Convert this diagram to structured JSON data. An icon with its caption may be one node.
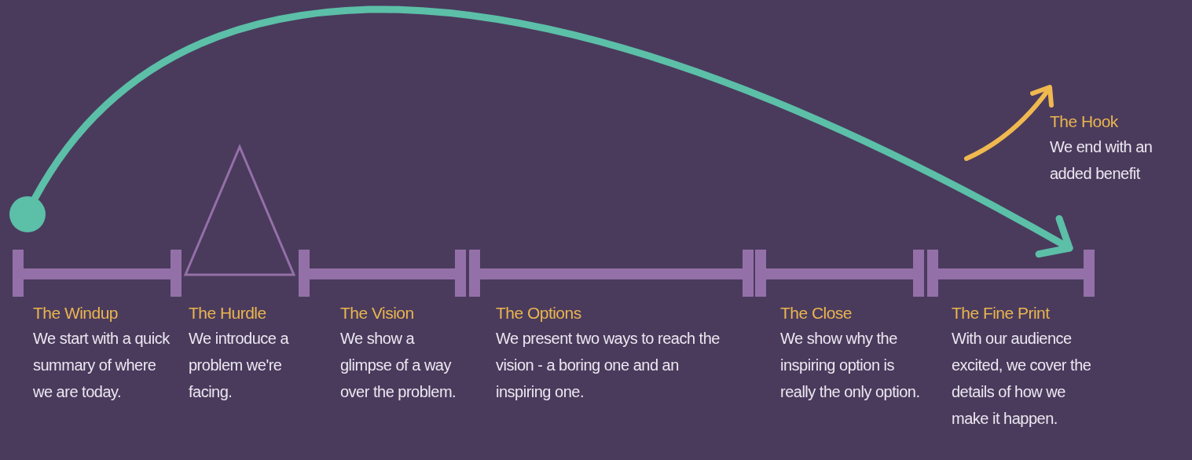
{
  "diagram": {
    "nodes": [
      {
        "text": [],
        "shape": "circle"
      },
      {
        "text": [
          "The Windup",
          "We start with a quick summary of where we are today."
        ]
      },
      {
        "text": [
          "The Hurdle",
          "We introduce a problem we're facing."
        ]
      },
      {
        "text": [
          "The Vision",
          "We show a glimpse of a way over the problem."
        ]
      },
      {
        "text": [
          "The Options",
          "We present two ways to reach the vision - a boring one and an inspiring one."
        ]
      },
      {
        "text": [
          "The Close",
          "We show why the inspiring option is really the only option."
        ]
      },
      {
        "text": [
          "The Fine Print",
          "With our audience excited, we cover the details of how we make it happen."
        ]
      },
      {
        "text": [
          "The Hook",
          "We end with an added benefit"
        ]
      }
    ],
    "edges": [
      {
        "from": 0,
        "to": 6,
        "arrow": "to"
      }
    ]
  }
}
